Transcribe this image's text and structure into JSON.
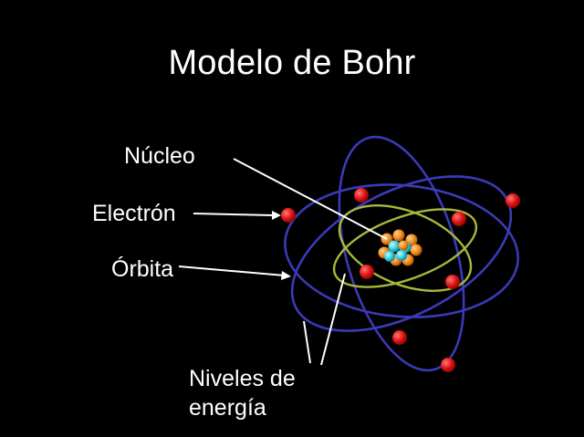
{
  "title": "Modelo de Bohr",
  "labels": {
    "nucleus": "Núcleo",
    "electron": "Electrón",
    "orbit": "Órbita",
    "energy_levels_line1": "Niveles de",
    "energy_levels_line2": "energía"
  },
  "colors": {
    "background": "#000000",
    "text": "#ffffff",
    "outer_orbit": "#3a3ab8",
    "inner_orbit": "#a8b83a",
    "electron": "#e01515",
    "proton": "#f08a1c",
    "neutron": "#2cc8d8",
    "pointer": "#ffffff"
  }
}
